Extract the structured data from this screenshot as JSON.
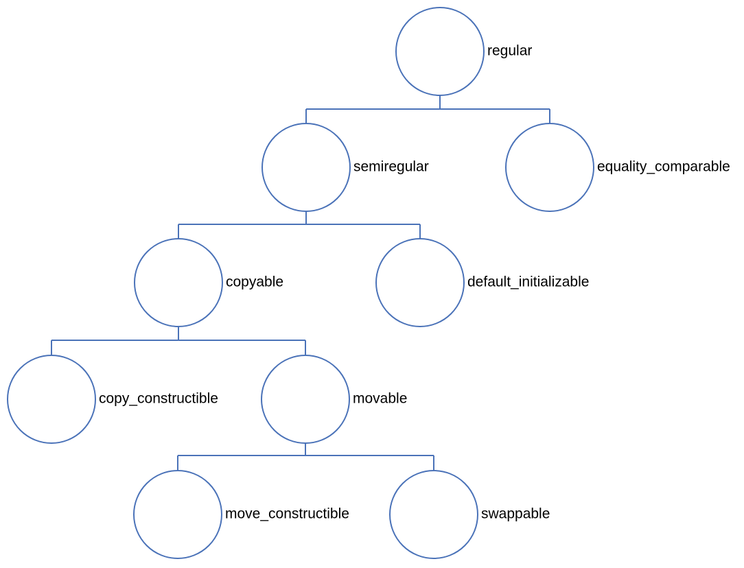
{
  "colors": {
    "stroke": "#4a72b8",
    "text": "#000000",
    "background": "#ffffff"
  },
  "nodes": [
    {
      "id": "regular",
      "label": "regular"
    },
    {
      "id": "semiregular",
      "label": "semiregular"
    },
    {
      "id": "equality_comparable",
      "label": "equality_comparable"
    },
    {
      "id": "copyable",
      "label": "copyable"
    },
    {
      "id": "default_initializable",
      "label": "default_initializable"
    },
    {
      "id": "copy_constructible",
      "label": "copy_constructible"
    },
    {
      "id": "movable",
      "label": "movable"
    },
    {
      "id": "move_constructible",
      "label": "move_constructible"
    },
    {
      "id": "swappable",
      "label": "swappable"
    }
  ],
  "edges": [
    {
      "parent": "regular",
      "children": [
        "semiregular",
        "equality_comparable"
      ]
    },
    {
      "parent": "semiregular",
      "children": [
        "copyable",
        "default_initializable"
      ]
    },
    {
      "parent": "copyable",
      "children": [
        "copy_constructible",
        "movable"
      ]
    },
    {
      "parent": "movable",
      "children": [
        "move_constructible",
        "swappable"
      ]
    }
  ]
}
